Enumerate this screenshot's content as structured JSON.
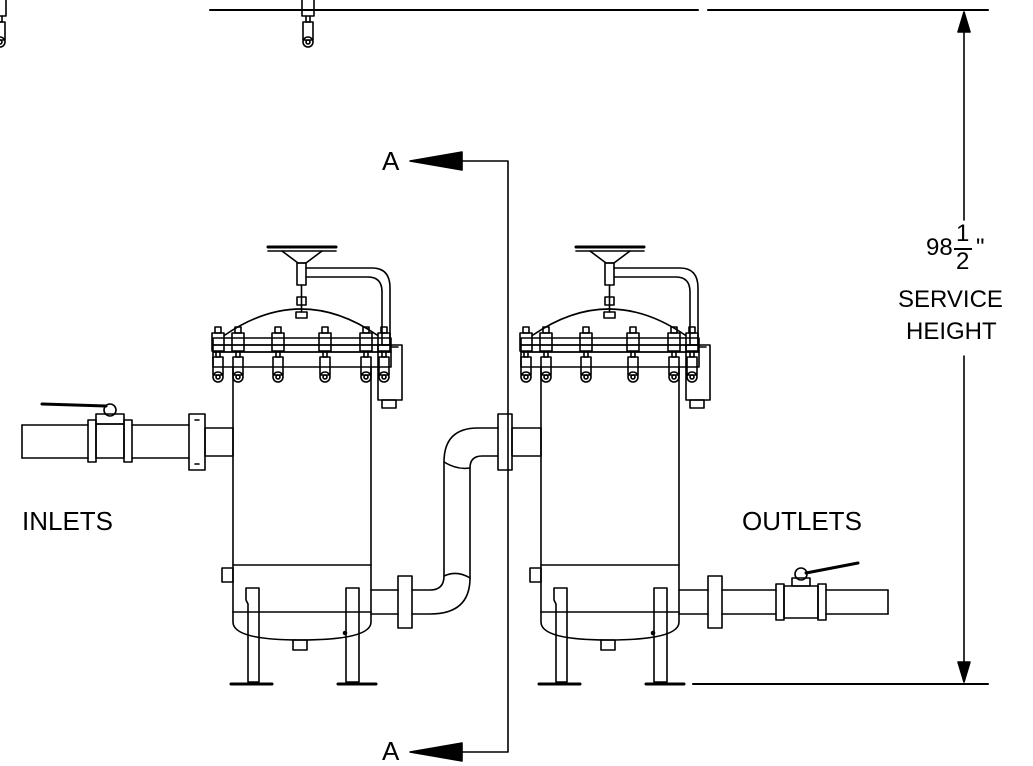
{
  "section_marker": {
    "top": "A",
    "bottom": "A"
  },
  "labels": {
    "inlets": "INLETS",
    "outlets": "OUTLETS"
  },
  "dimension": {
    "whole": "98",
    "numerator": "1",
    "denominator": "2",
    "unit": "\"",
    "line1": "SERVICE",
    "line2": "HEIGHT"
  },
  "colors": {
    "line": "#000000",
    "background": "#ffffff"
  }
}
